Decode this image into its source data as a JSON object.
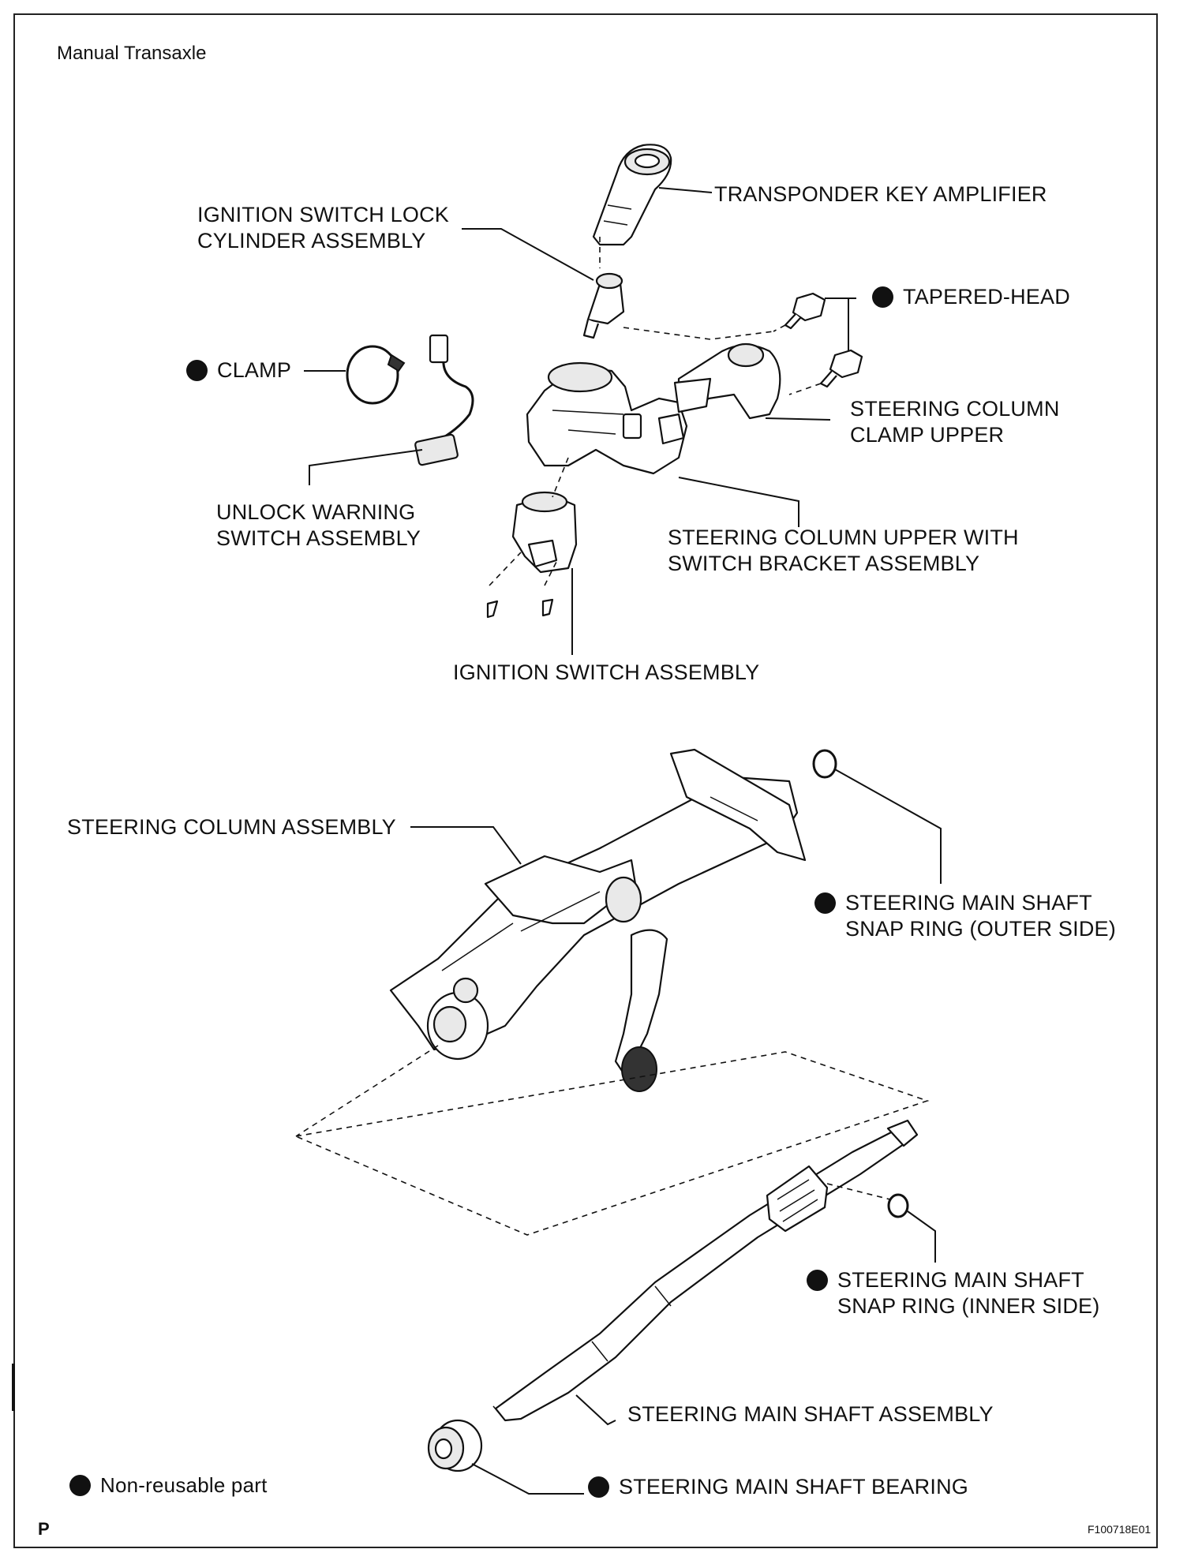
{
  "header": {
    "title": "Manual Transaxle"
  },
  "labels": {
    "transponder": "TRANSPONDER KEY AMPLIFIER",
    "lock_cyl_1": "IGNITION SWITCH LOCK",
    "lock_cyl_2": "CYLINDER ASSEMBLY",
    "tapered": "TAPERED-HEAD",
    "clamp": "CLAMP",
    "clamp_upper_1": "STEERING COLUMN",
    "clamp_upper_2": "CLAMP UPPER",
    "unlock_1": "UNLOCK WARNING",
    "unlock_2": "SWITCH ASSEMBLY",
    "col_upper_1": "STEERING COLUMN UPPER WITH",
    "col_upper_2": "SWITCH BRACKET ASSEMBLY",
    "ign_switch": "IGNITION SWITCH ASSEMBLY",
    "col_assy": "STEERING COLUMN ASSEMBLY",
    "snap_outer_1": "STEERING MAIN SHAFT",
    "snap_outer_2": "SNAP RING (OUTER SIDE)",
    "snap_inner_1": "STEERING MAIN SHAFT",
    "snap_inner_2": "SNAP RING (INNER SIDE)",
    "shaft_assy": "STEERING MAIN SHAFT ASSEMBLY",
    "bearing": "STEERING MAIN SHAFT BEARING"
  },
  "legend": {
    "text": "Non-reusable part"
  },
  "footer": {
    "corner": "P",
    "code": "F100718E01"
  }
}
